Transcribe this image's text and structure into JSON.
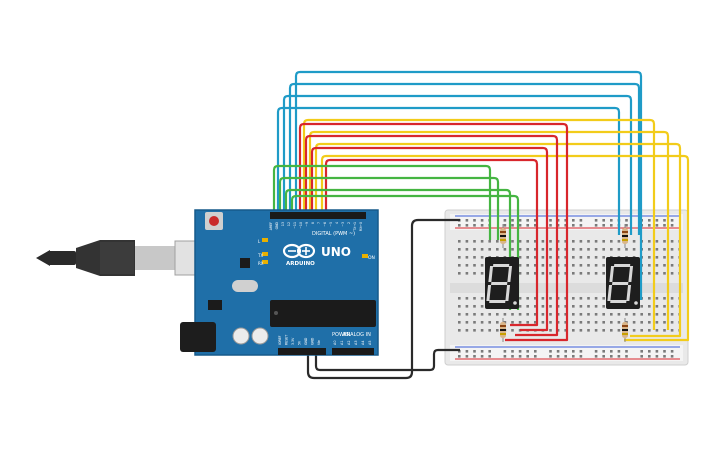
{
  "board": {
    "model": "UNO",
    "brand": "ARDUINO",
    "digital_label": "DIGITAL (PWM ~)",
    "power_label": "POWER",
    "analog_label": "ANALOG IN",
    "on_label": "ON",
    "tx_label": "TX",
    "rx_label": "RX",
    "l_label": "L",
    "digital_pins": [
      "AREF",
      "GND",
      "13",
      "12",
      "~11",
      "~10",
      "~9",
      "8",
      "7",
      "~6",
      "~5",
      "4",
      "~3",
      "2",
      "TX→1",
      "RX←0"
    ],
    "power_pins": [
      "IOREF",
      "RESET",
      "3.3V",
      "5V",
      "GND",
      "GND",
      "Vin"
    ],
    "analog_pins": [
      "A0",
      "A1",
      "A2",
      "A3",
      "A4",
      "A5"
    ],
    "color": "#1f6fa8"
  },
  "displays": [
    {
      "digit": "8",
      "segment_color": "#d8d8d8"
    },
    {
      "digit": "8",
      "segment_color": "#d8d8d8"
    }
  ],
  "wire_colors": {
    "blue": "#1f9bc7",
    "yellow": "#f2cc1a",
    "red": "#d8262c",
    "green": "#45b542",
    "black": "#2a2a2a"
  },
  "icons": {
    "usb": "usb-cable-icon",
    "infinity": "infinity-logo-icon"
  }
}
